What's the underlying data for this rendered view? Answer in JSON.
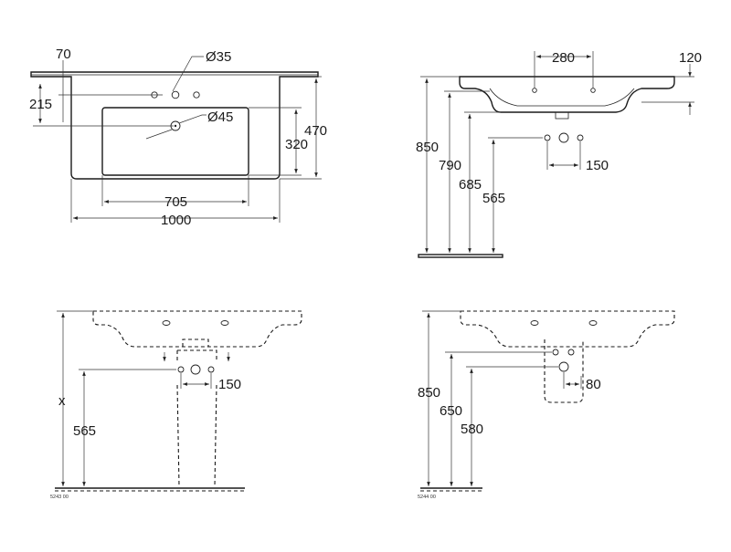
{
  "views": {
    "top": {
      "dims": {
        "d70": "70",
        "d215": "215",
        "d35": "Ø35",
        "d45": "Ø45",
        "d470": "470",
        "d320": "320",
        "d705": "705",
        "d1000": "1000"
      }
    },
    "side": {
      "dims": {
        "d280": "280",
        "d120": "120",
        "d850": "850",
        "d790": "790",
        "d685": "685",
        "d565": "565",
        "d150": "150"
      }
    },
    "pedestal": {
      "dims": {
        "dx": "x",
        "d565": "565",
        "d150": "150"
      },
      "code": "5243 00"
    },
    "semi_pedestal": {
      "dims": {
        "d850": "850",
        "d650": "650",
        "d580": "580",
        "d80": "80"
      },
      "code": "5244 00"
    }
  }
}
